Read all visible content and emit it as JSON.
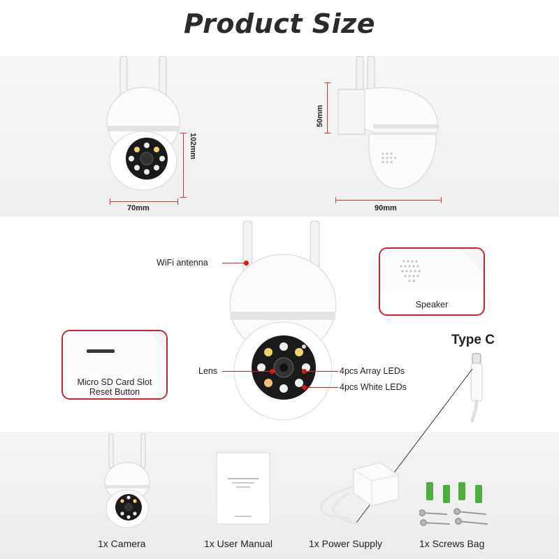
{
  "title": "Product Size",
  "dimensions": {
    "front_width": "70mm",
    "front_height": "102mm",
    "side_width": "90mm",
    "side_height": "50mm"
  },
  "callouts": {
    "wifi_antenna": "WiFi antenna",
    "lens": "Lens",
    "array_leds": "4pcs Array LEDs",
    "white_leds": "4pcs White LEDs"
  },
  "insets": {
    "speaker": "Speaker",
    "sd_slot": "Micro SD Card Slot",
    "reset": "Reset Button",
    "type_c": "Type C"
  },
  "package": [
    {
      "label": "1x Camera"
    },
    {
      "label": "1x User Manual"
    },
    {
      "label": "1x Power Supply"
    },
    {
      "label": "1x Screws Bag"
    }
  ],
  "colors": {
    "accent": "#c8262c",
    "camera_body": "#f7f7f7"
  }
}
